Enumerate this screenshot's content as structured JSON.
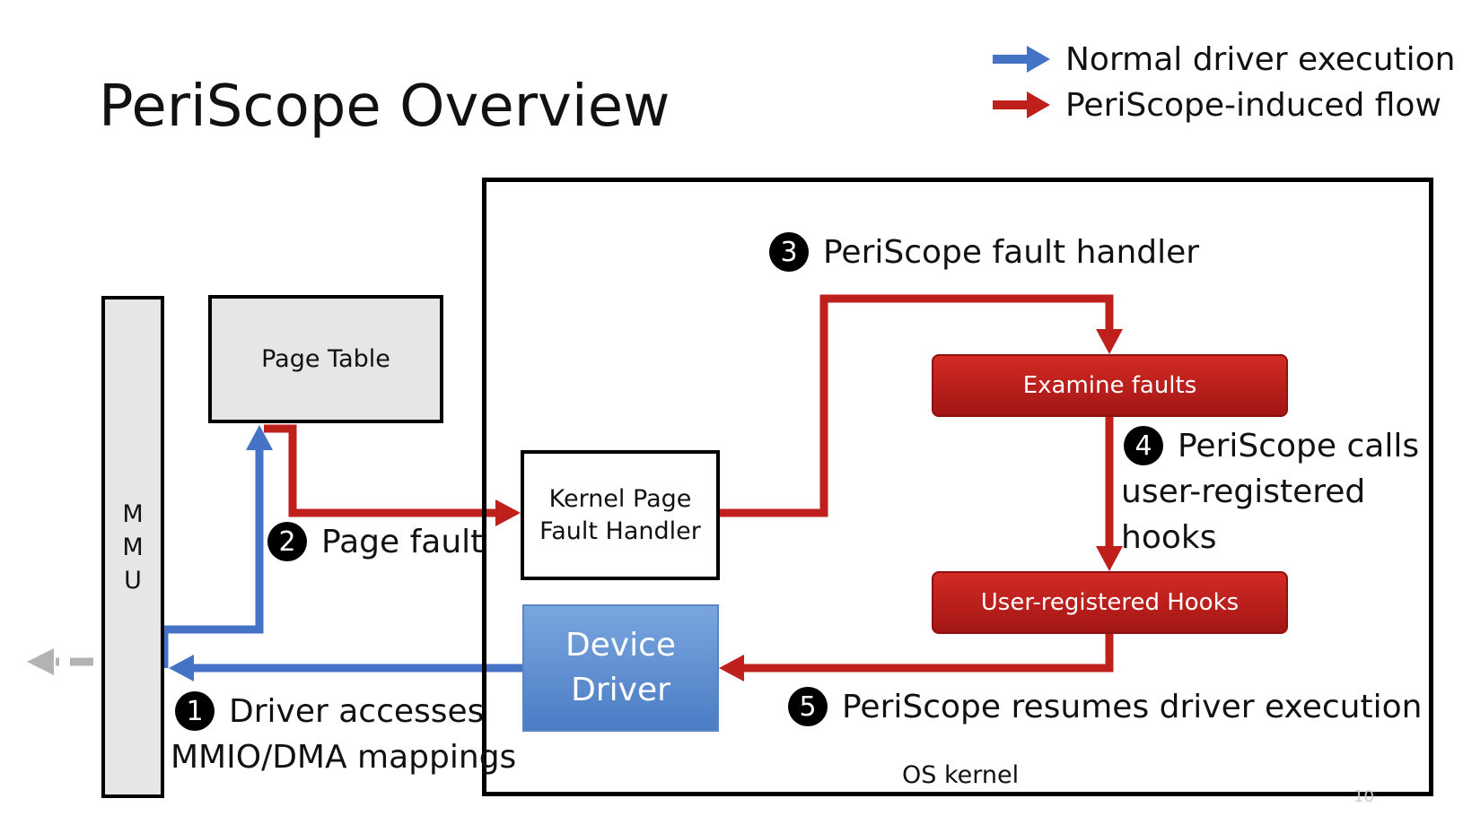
{
  "slide": {
    "title": "PeriScope Overview",
    "page_number": "10"
  },
  "legend": {
    "normal": {
      "label": "Normal driver execution",
      "color": "#4472c4"
    },
    "induced": {
      "label": "PeriScope-induced flow",
      "color": "#c0201c"
    }
  },
  "boxes": {
    "mmu": "M\nM\nU",
    "page_table": "Page Table",
    "kernel_page_fault_handler": "Kernel Page\nFault Handler",
    "device_driver": "Device\nDriver",
    "examine_faults": "Examine faults",
    "user_hooks": "User-registered Hooks",
    "os_kernel": "OS kernel"
  },
  "steps": [
    {
      "number": "1",
      "text": "Driver accesses\nMMIO/DMA mappings"
    },
    {
      "number": "2",
      "text": "Page fault"
    },
    {
      "number": "3",
      "text": "PeriScope fault handler"
    },
    {
      "number": "4",
      "text": "PeriScope calls\nuser-registered\nhooks"
    },
    {
      "number": "5",
      "text": "PeriScope resumes driver execution"
    }
  ],
  "colors": {
    "blue_arrow": "#4472c4",
    "red_arrow": "#c0201c",
    "gray_arrow": "#b3b3b3"
  }
}
